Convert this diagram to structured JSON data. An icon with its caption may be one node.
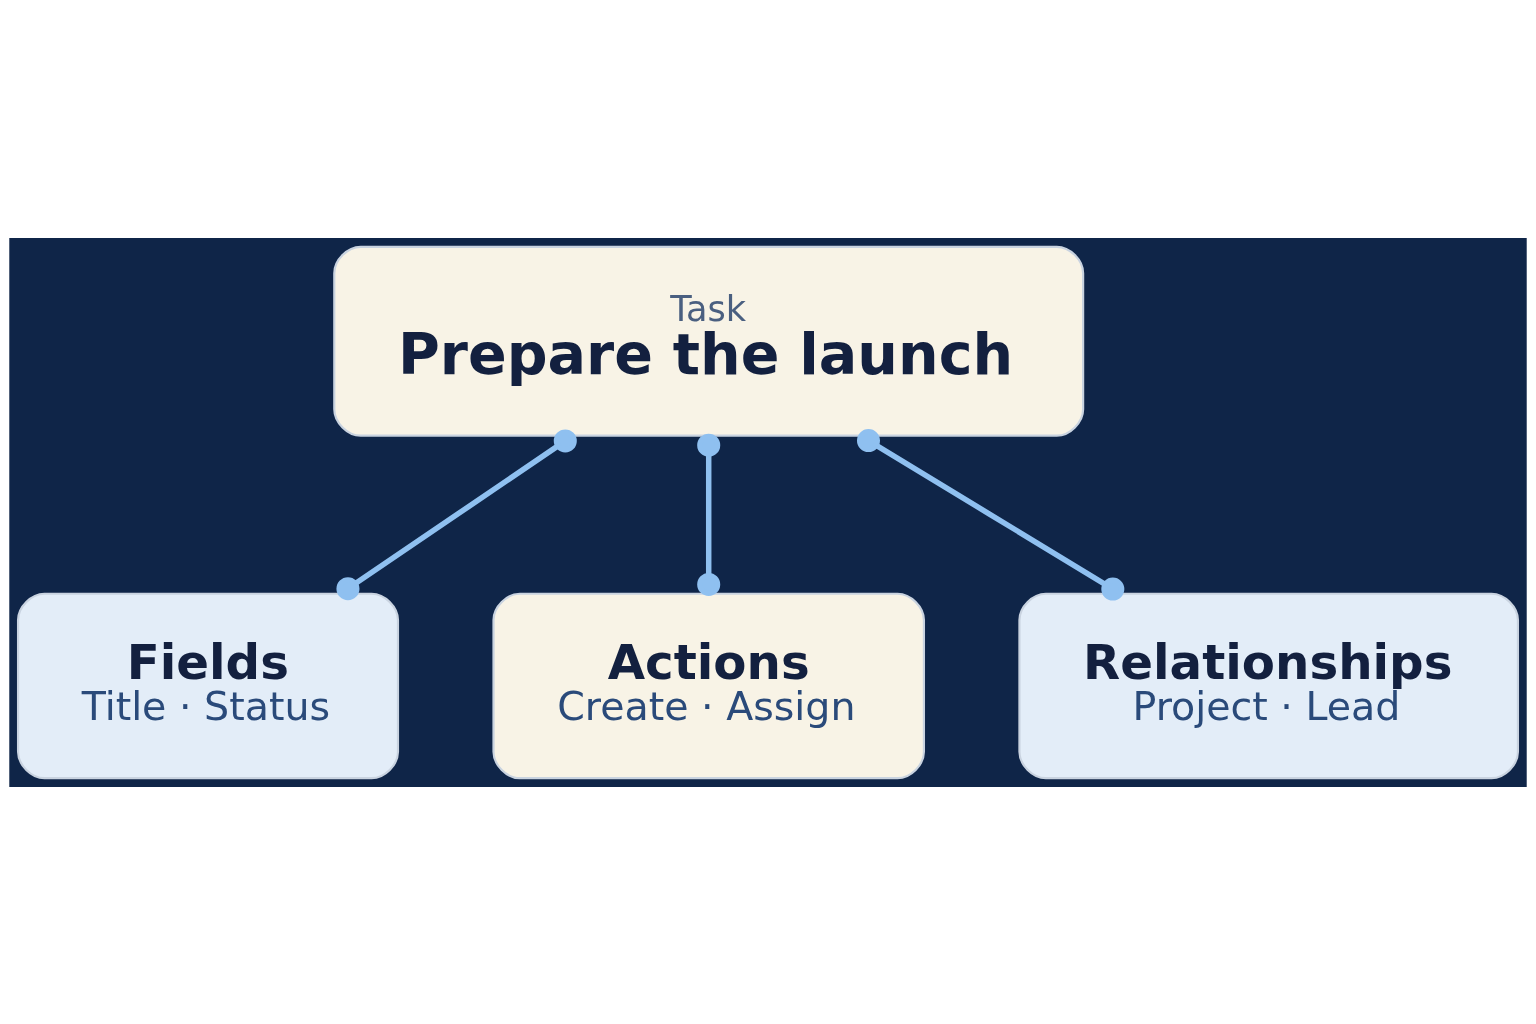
{
  "diagram": {
    "nodes": [
      {
        "text": [
          "Task",
          "Prepare the launch"
        ]
      },
      {
        "text": [
          "Fields",
          "Title · Status"
        ]
      },
      {
        "text": [
          "Actions",
          "Create · Assign"
        ]
      },
      {
        "text": [
          "Relationships",
          "Project · Lead"
        ]
      }
    ],
    "edges": [
      {
        "from": 0,
        "to": 1,
        "arrow": "other"
      },
      {
        "from": 0,
        "to": 2,
        "arrow": "other"
      },
      {
        "from": 0,
        "to": 3,
        "arrow": "other"
      }
    ]
  }
}
